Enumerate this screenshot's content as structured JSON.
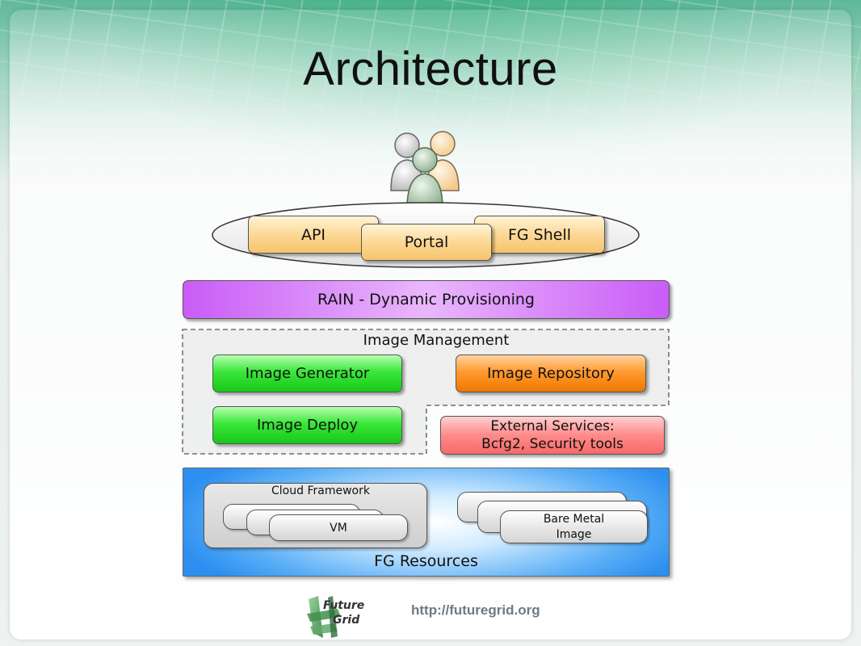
{
  "slide": {
    "title": "Architecture"
  },
  "diagram": {
    "access": {
      "api": "API",
      "portal": "Portal",
      "shell": "FG Shell"
    },
    "rain": "RAIN - Dynamic Provisioning",
    "image_management": {
      "label": "Image Management",
      "generator": "Image Generator",
      "repository": "Image Repository",
      "deploy": "Image Deploy"
    },
    "external_services": {
      "line1": "External Services:",
      "line2": "Bcfg2, Security tools"
    },
    "resources": {
      "label": "FG Resources",
      "cloud_framework": "Cloud Framework",
      "vm": "VM",
      "bare_metal_line1": "Bare Metal",
      "bare_metal_line2": "Image"
    }
  },
  "footer": {
    "url": "http://futuregrid.org",
    "logo_line1": "Future",
    "logo_line2": "Grid"
  },
  "colors": {
    "rain": "#c95cf7",
    "generator": "#2fdc2f",
    "repository": "#ff8f1c",
    "external": "#f88080",
    "resources": "#2d8ff0",
    "access": "#f7c46d"
  }
}
